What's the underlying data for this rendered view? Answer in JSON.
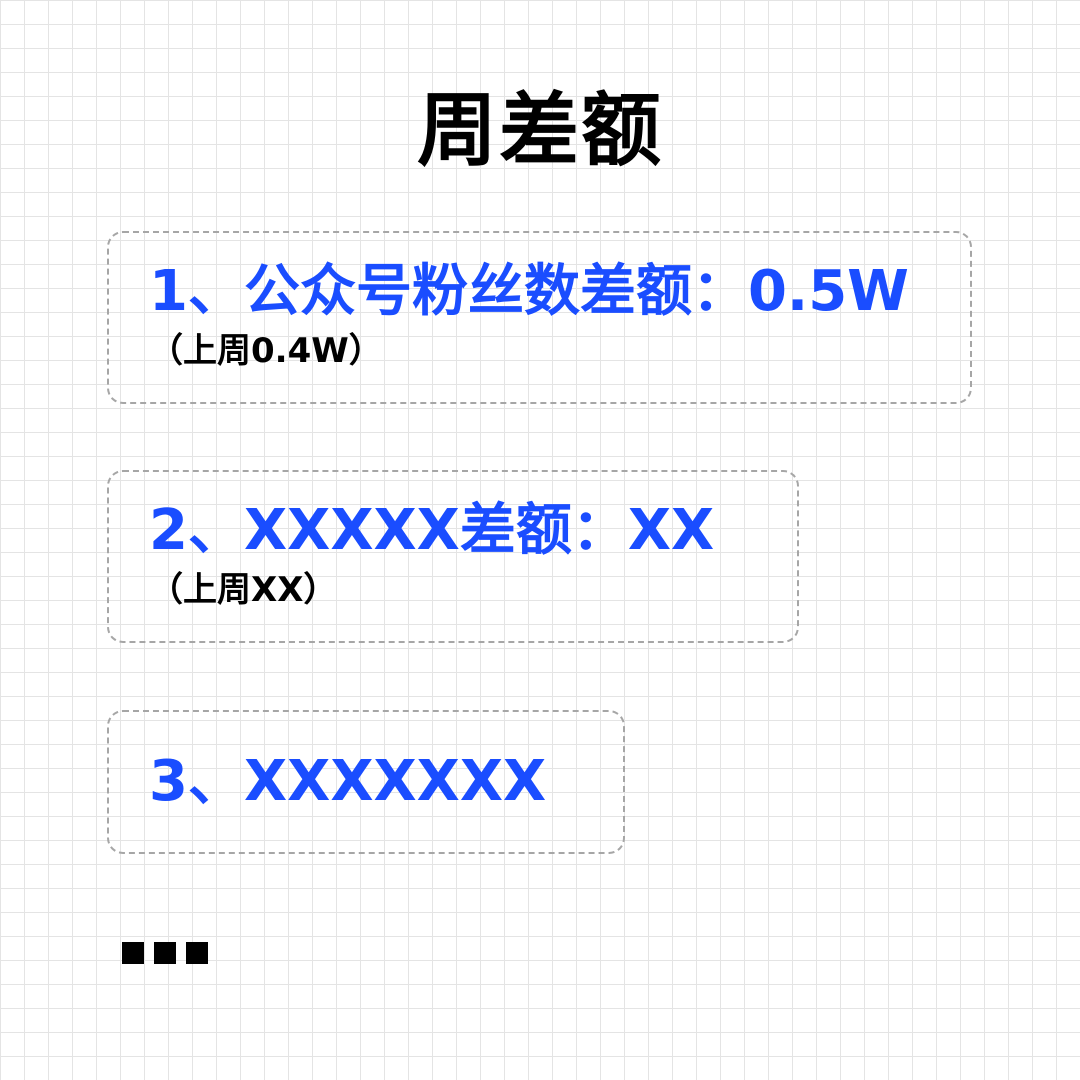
{
  "title": "周差额",
  "items": [
    {
      "main": "1、公众号粉丝数差额：0.5W",
      "sub": "（上周0.4W）"
    },
    {
      "main": "2、XXXXX差额：XX",
      "sub": "（上周XX）"
    },
    {
      "main": "3、XXXXXXX"
    }
  ],
  "colors": {
    "accent": "#1a4dff",
    "text": "#000000",
    "border": "#a6a6a6",
    "grid": "#e4e4e4"
  }
}
